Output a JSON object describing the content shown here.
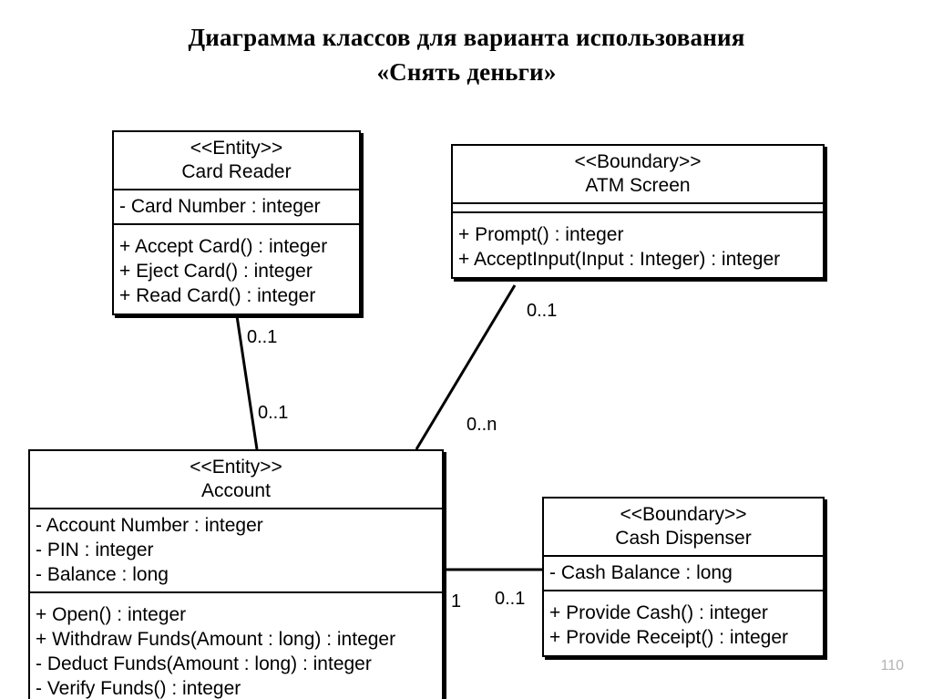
{
  "slide": {
    "title_line1": "Диаграмма классов для варианта использования",
    "title_line2": "«Снять деньги»",
    "page_number": "110",
    "background_color": "#ffffff",
    "line_color": "#000000",
    "page_number_color": "#b3b3b3"
  },
  "classes": [
    {
      "id": "card-reader",
      "stereotype": "<<Entity>>",
      "name": "Card Reader",
      "attributes": [
        "- Card Number : integer"
      ],
      "operations": [
        "+ Accept Card() : integer",
        "+ Eject Card() : integer",
        "+ Read Card() : integer"
      ]
    },
    {
      "id": "atm-screen",
      "stereotype": "<<Boundary>>",
      "name": "ATM Screen",
      "attributes": [],
      "operations": [
        "+ Prompt() : integer",
        "+ AcceptInput(Input : Integer) : integer"
      ]
    },
    {
      "id": "account",
      "stereotype": "<<Entity>>",
      "name": "Account",
      "attributes": [
        "- Account Number : integer",
        "- PIN : integer",
        "- Balance : long"
      ],
      "operations": [
        "+ Open() : integer",
        "+ Withdraw Funds(Amount : long) : integer",
        "- Deduct Funds(Amount : long) : integer",
        "- Verify Funds() : integer"
      ]
    },
    {
      "id": "cash-dispenser",
      "stereotype": "<<Boundary>>",
      "name": "Cash Dispenser",
      "attributes": [
        "- Cash Balance : long"
      ],
      "operations": [
        "+ Provide Cash() : integer",
        "+ Provide Receipt() : integer"
      ]
    }
  ],
  "associations": [
    {
      "id": "card-reader-account",
      "from": "card-reader",
      "to": "account",
      "from_multiplicity": "0..1",
      "to_multiplicity": "0..1"
    },
    {
      "id": "atm-screen-account",
      "from": "atm-screen",
      "to": "account",
      "from_multiplicity": "0..1",
      "to_multiplicity": "0..n"
    },
    {
      "id": "account-cash-dispenser",
      "from": "account",
      "to": "cash-dispenser",
      "from_multiplicity": "1",
      "to_multiplicity": "0..1"
    }
  ]
}
